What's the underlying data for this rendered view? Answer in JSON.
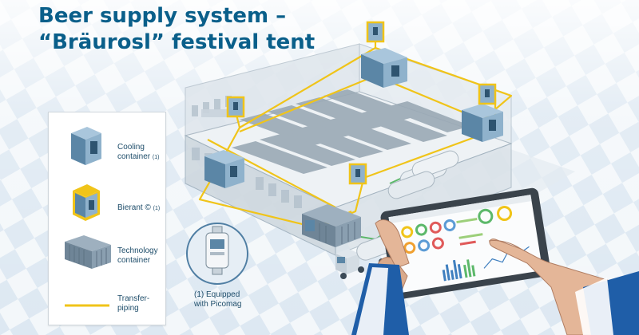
{
  "title": {
    "line1": "Beer supply system –",
    "line2": "“Bräurosl” festival tent"
  },
  "legend": {
    "items": [
      {
        "name": "cooling-container",
        "line1": "Cooling",
        "line2": "container",
        "note": "(1)",
        "icon": "cooling-container-icon"
      },
      {
        "name": "bierant",
        "line1": "Bierant ©",
        "note": "(1)",
        "icon": "bierant-icon"
      },
      {
        "name": "technology-container",
        "line1": "Technology",
        "line2": "container",
        "icon": "technology-container-icon"
      },
      {
        "name": "transfer-piping",
        "line1": "Transfer-",
        "line2": "piping",
        "icon": "piping-line-icon"
      }
    ]
  },
  "footnote": {
    "line1": "(1) Equipped",
    "line2": "with Picomag"
  },
  "colors": {
    "title": "#0a5f8a",
    "legend_text": "#1e4d6a",
    "piping": "#f0c419",
    "container_blue": "#5b86a6",
    "container_face": "#8fb2cc",
    "background_diamond": "#d4e2ee"
  }
}
